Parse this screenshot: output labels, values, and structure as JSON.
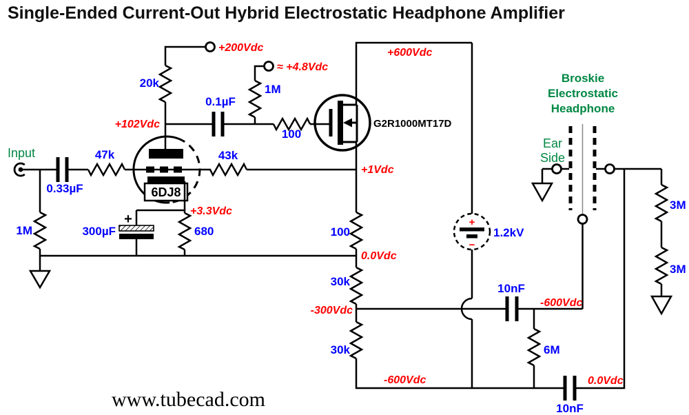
{
  "title": "Single-Ended Current-Out Hybrid Electrostatic Headphone Amplifier",
  "watermark": "www.tubecad.com",
  "colors": {
    "voltage": "#FF0000",
    "value": "#0000FF",
    "accent_green": "#008743",
    "wire": "#000000"
  },
  "voltages": {
    "supply_200": "+200Vdc",
    "gate_bias": "≈ +4.8Vdc",
    "plate": "+102Vdc",
    "rail_top": "+600Vdc",
    "source": "+1Vdc",
    "cathode": "+3.3Vdc",
    "source_bottom": "0.0Vdc",
    "divider_mid": "-300Vdc",
    "diaphragm": "-600Vdc",
    "rail_bottom": "-600Vdc",
    "stator_dc": "0.0Vdc"
  },
  "components": {
    "tube": "6DJ8",
    "mosfet": "G2R1000MT17D",
    "battery": "1.2kV",
    "r_plate": "20k",
    "r_bias": "1M",
    "c_couple": "0.1µF",
    "r_gate": "100",
    "r_grid": "47k",
    "c_input": "0.33µF",
    "r_input": "1M",
    "r_feedback": "43k",
    "r_cathode": "680",
    "c_cathode": "300µF",
    "r_source": "100",
    "r_divider_top": "30k",
    "r_divider_bottom": "30k",
    "c_mid": "10nF",
    "r_6m": "6M",
    "c_bottom": "10nF",
    "r_3m_top": "3M",
    "r_3m_bottom": "3M"
  },
  "annotations": {
    "input": "Input",
    "ear": "Ear",
    "side": "Side",
    "hp_line1": "Broskie",
    "hp_line2": "Electrostatic",
    "hp_line3": "Headphone",
    "battery_plus": "+",
    "battery_minus": "−",
    "cap_polarity": "+"
  }
}
